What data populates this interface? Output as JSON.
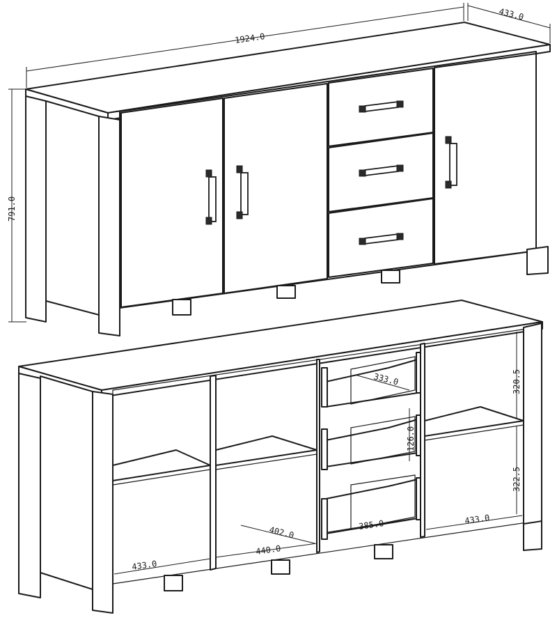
{
  "diagram": {
    "top_view": {
      "width_label": "1924.0",
      "depth_label": "433.0",
      "height_label": "791.0"
    },
    "bottom_view": {
      "compartment_height_upper": "320.5",
      "compartment_height_lower": "322.5",
      "drawer_depth": "333.0",
      "drawer_height": "126.0",
      "drawer_width": "385.0",
      "right_depth": "433.0",
      "left_depth": "433.0",
      "mid_width": "440.0",
      "mid_depth": "402.0"
    },
    "colors": {
      "line": "#1a1a1a",
      "background": "#ffffff"
    }
  }
}
